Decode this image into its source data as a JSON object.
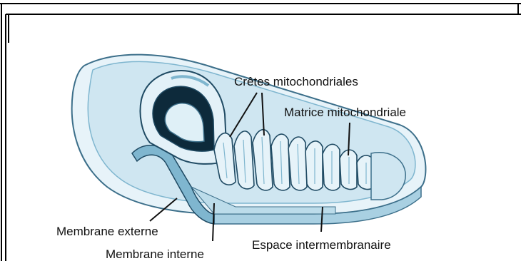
{
  "labels": {
    "cretes": "Crêtes mitochondriales",
    "matrice": "Matrice mitochondriale",
    "membrane_externe": "Membrane externe",
    "membrane_interne": "Membrane interne",
    "espace": "Espace intermembranaire"
  },
  "colors": {
    "membrane_fill": "#d6ecf5",
    "membrane_shade": "#7fb6cf",
    "membrane_dark": "#1f4a63",
    "outline": "#3c6f8a",
    "frame": "#000000"
  }
}
